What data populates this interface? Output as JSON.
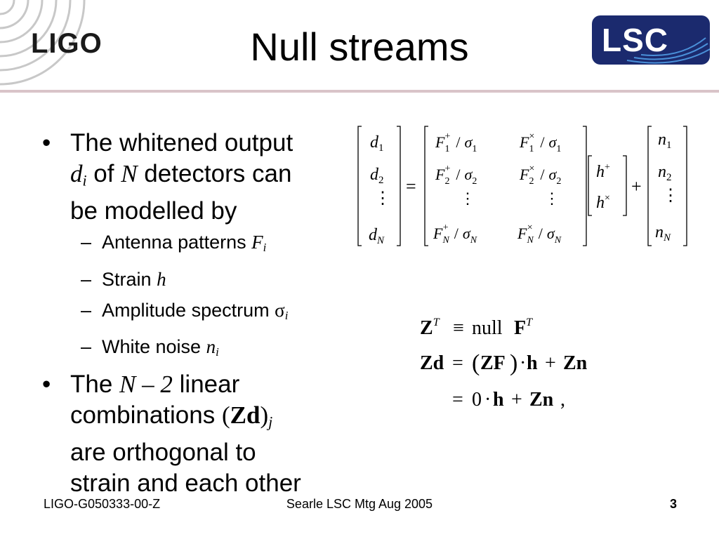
{
  "header": {
    "title": "Null streams",
    "left_logo": "LIGO",
    "right_logo": "LSC",
    "colors": {
      "rule": "#d9c4c8",
      "lsc_bg": "#1b2a6e",
      "arcs": "#c8c8c8"
    }
  },
  "bullets": {
    "b1_text1": "The whitened output",
    "b1_var": "d",
    "b1_var_sub": "i",
    "b1_of": "of",
    "b1_N": "N",
    "b1_text2": "detectors can",
    "b1_text3": "be modelled by",
    "sub_items": [
      {
        "text": "Antenna patterns",
        "var": "F",
        "sub": "i"
      },
      {
        "text": "Strain",
        "var": "h",
        "sub": ""
      },
      {
        "text": "Amplitude spectrum",
        "var": "σ",
        "sub": "i"
      },
      {
        "text": "White noise",
        "var": "n",
        "sub": "i"
      }
    ],
    "b2_the": "The",
    "b2_expr": "N – 2",
    "b2_linear": "linear",
    "b2_comb": "combinations",
    "b2_open": "(",
    "b2_zd": "Zd",
    "b2_close": ")",
    "b2_sub": "j",
    "b2_text3": "are orthogonal to",
    "b2_text4": "strain and each other"
  },
  "matrix_equation": {
    "d_entries": [
      [
        "d",
        "1"
      ],
      [
        "d",
        "2"
      ],
      [
        "⋮",
        ""
      ],
      [
        "d",
        "N"
      ]
    ],
    "equals": "=",
    "F_rows": [
      [
        [
          "F",
          "1",
          "+",
          "σ",
          "1"
        ],
        [
          "F",
          "1",
          "×",
          "σ",
          "1"
        ]
      ],
      [
        [
          "F",
          "2",
          "+",
          "σ",
          "2"
        ],
        [
          "F",
          "2",
          "×",
          "σ",
          "2"
        ]
      ],
      [
        [
          "⋮"
        ],
        [
          "⋮"
        ]
      ],
      [
        [
          "F",
          "N",
          "+",
          "σ",
          "N"
        ],
        [
          "F",
          "N",
          "×",
          "σ",
          "N"
        ]
      ]
    ],
    "slash": "/",
    "h_entries": [
      [
        "h",
        "+"
      ],
      [
        "h",
        "×"
      ]
    ],
    "plus": "+",
    "n_entries": [
      [
        "n",
        "1"
      ],
      [
        "n",
        "2"
      ],
      [
        "⋮",
        ""
      ],
      [
        "n",
        "N"
      ]
    ]
  },
  "null_equations": {
    "line1": {
      "Z": "Z",
      "T": "T",
      "equiv": "≡",
      "null": "null",
      "F": "F",
      "T2": "T"
    },
    "line2": {
      "Zd": "Zd",
      "eq": "=",
      "lp": "(",
      "ZF": "ZF",
      "rp": ")",
      "dot": "·",
      "h": "h",
      "plus": "+",
      "Zn": "Zn"
    },
    "line3": {
      "eq": "=",
      "zero": "0",
      "dot": "·",
      "h": "h",
      "plus": "+",
      "Zn": "Zn",
      "comma": ","
    }
  },
  "footer": {
    "doc_id": "LIGO-G050333-00-Z",
    "meeting": "Searle LSC Mtg Aug 2005",
    "page": "3"
  }
}
